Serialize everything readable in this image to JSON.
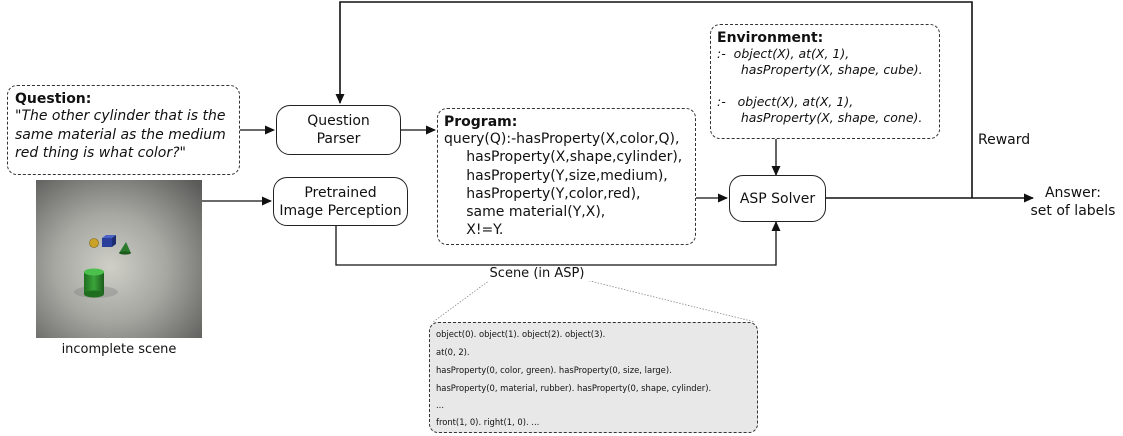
{
  "question": {
    "title": "Question:",
    "lines": [
      "\"The other cylinder that is the",
      "same material as the medium",
      "red thing is what color?\""
    ]
  },
  "image_caption": "incomplete scene",
  "question_parser": {
    "lines": [
      "Question",
      "Parser"
    ]
  },
  "perception": {
    "lines": [
      "Pretrained",
      "Image Perception"
    ]
  },
  "program": {
    "title": "Program:",
    "lines": [
      "query(Q):-hasProperty(X,color,Q),",
      "     hasProperty(X,shape,cylinder),",
      "     hasProperty(Y,size,medium),",
      "     hasProperty(Y,color,red),",
      "     same material(Y,X),",
      "     X!=Y."
    ]
  },
  "environment": {
    "title": "Environment:",
    "lines": [
      ":-  object(X), at(X, 1),",
      "      hasProperty(X, shape, cube).",
      "",
      ":-   object(X), at(X, 1),",
      "      hasProperty(X, shape, cone)."
    ]
  },
  "asp_solver": {
    "label": "ASP Solver"
  },
  "reward_label": "Reward",
  "answer": {
    "lines": [
      "Answer:",
      "set of labels"
    ]
  },
  "scene_label": "Scene (in ASP)",
  "scene": {
    "lines": [
      "object(0). object(1). object(2). object(3).",
      "at(0, 2).",
      "hasProperty(0, color, green). hasProperty(0, size, large).",
      "hasProperty(0, material, rubber). hasProperty(0, shape, cylinder).",
      "...",
      "front(1, 0). right(1, 0). ..."
    ]
  },
  "colors": {
    "line": "#111111",
    "scene_bg": "#e8e8e8",
    "cylinder": "#2e8b2e",
    "cube": "#2a3f9a",
    "sphere": "#c9a227"
  }
}
